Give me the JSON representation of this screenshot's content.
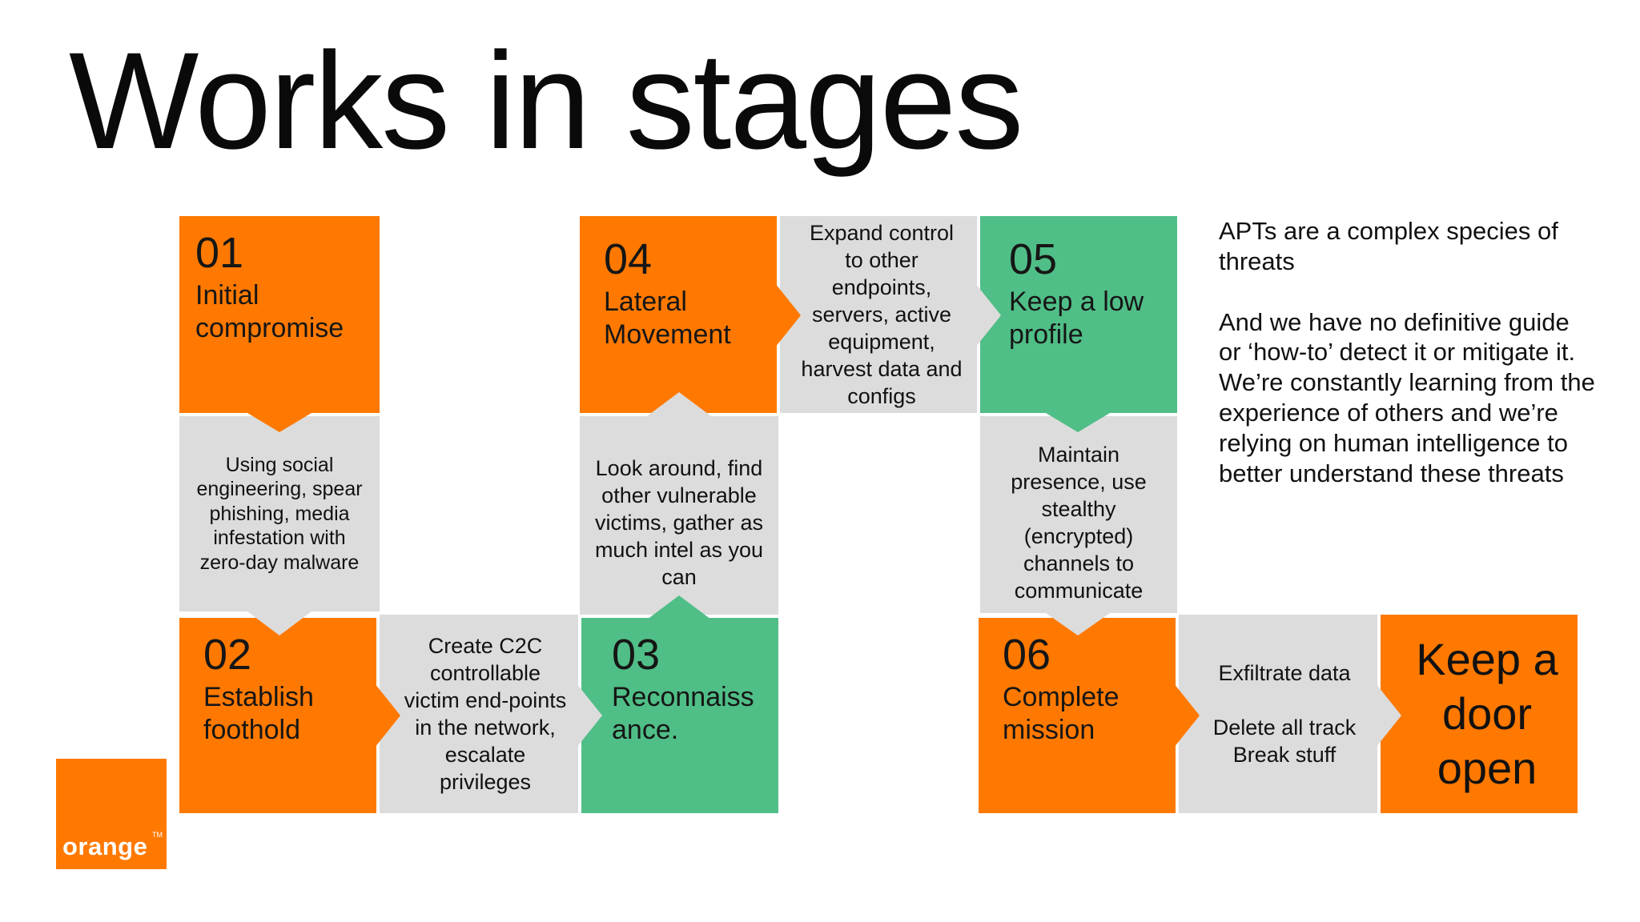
{
  "title": "Works in stages",
  "stages": [
    {
      "num": "01",
      "name": "Initial compromise"
    },
    {
      "num": "02",
      "name": "Establish foothold"
    },
    {
      "num": "03",
      "name": "Reconnaiss ance."
    },
    {
      "num": "04",
      "name": "Lateral Movement"
    },
    {
      "num": "05",
      "name": "Keep a low profile"
    },
    {
      "num": "06",
      "name": "Complete mission"
    }
  ],
  "descriptions": {
    "social": "Using social engineering, spear phishing, media infestation with zero-day malware",
    "c2c": "Create C2C controllable victim end-points in the network, escalate privileges",
    "look": "Look around, find other vulnerable victims, gather as much intel as you can",
    "expand": "Expand control to other endpoints, servers, active equipment, harvest data and configs",
    "maintain": "Maintain presence, use stealthy (encrypted) channels to communicate",
    "exfil_1": "Exfiltrate data",
    "exfil_2": "Delete all track",
    "exfil_3": "Break stuff"
  },
  "final": "Keep a door open",
  "side": {
    "p1": "APTs are a complex species of threats",
    "p2": "And we have no definitive guide or ‘how-to’ detect it or mitigate it. We’re constantly learning from the experience of others and we’re relying on human intelligence to better understand these threats"
  },
  "logo": {
    "word": "orange",
    "tm": "TM"
  },
  "colors": {
    "orange": "#ff7900",
    "green": "#50be87",
    "grey": "#dcdcdc"
  }
}
